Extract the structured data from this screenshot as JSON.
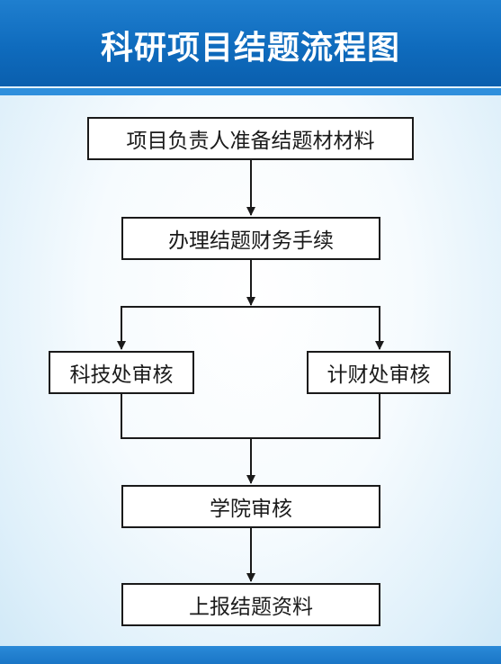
{
  "title": "科研项目结题流程图",
  "steps": {
    "prepare": "项目负责人准备结题材材料",
    "finance": "办理结题财务手续",
    "sci_review": "科技处审核",
    "plan_finance_review": "计财处审核",
    "college_review": "学院审核",
    "submit": "上报结题资料"
  },
  "colors": {
    "header": "#0f6bbd",
    "box_border": "#1a1a1a",
    "background": "#eaf5fc"
  }
}
